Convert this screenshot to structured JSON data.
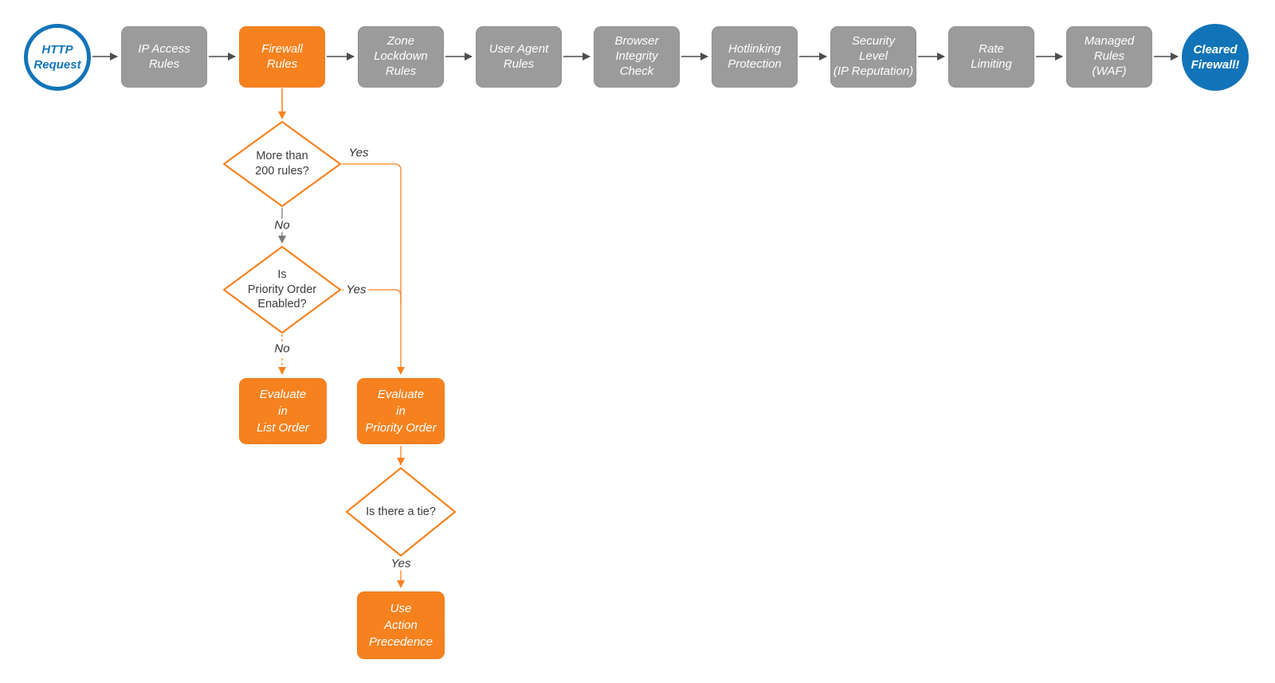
{
  "pipeline": {
    "start": {
      "label": "HTTP\nRequest"
    },
    "steps": [
      {
        "label": "IP Access\nRules"
      },
      {
        "label": "Firewall\nRules"
      },
      {
        "label": "Zone\nLockdown\nRules"
      },
      {
        "label": "User Agent\nRules"
      },
      {
        "label": "Browser\nIntegrity\nCheck"
      },
      {
        "label": "Hotlinking\nProtection"
      },
      {
        "label": "Security\nLevel\n(IP Reputation)"
      },
      {
        "label": "Rate\nLimiting"
      },
      {
        "label": "Managed\nRules\n(WAF)"
      }
    ],
    "end": {
      "label": "Cleared\nFirewall!"
    }
  },
  "decisions": {
    "more_than_200_rules": {
      "label": "More than\n200 rules?"
    },
    "priority_order_enabled": {
      "label": "Is\nPriority Order\nEnabled?"
    },
    "tie": {
      "label": "Is there a tie?"
    }
  },
  "actions": {
    "list_order": {
      "label": "Evaluate\nin\nList Order"
    },
    "priority_order": {
      "label": "Evaluate\nin\nPriority Order"
    },
    "action_precedence": {
      "label": "Use\nAction\nPrecedence"
    }
  },
  "edge_labels": {
    "d1_yes": "Yes",
    "d1_no": "No",
    "d2_yes": "Yes",
    "d2_no": "No",
    "d3_yes": "Yes"
  },
  "colors": {
    "orange": "#F6821F",
    "blue": "#1274B8",
    "gray_node": "#9B9B9B",
    "arrow_dark": "#4D4D4D",
    "arrow_gray": "#7A7A7A",
    "node_text": "#FFFFFF",
    "decision_text": "#3B3B3B"
  }
}
